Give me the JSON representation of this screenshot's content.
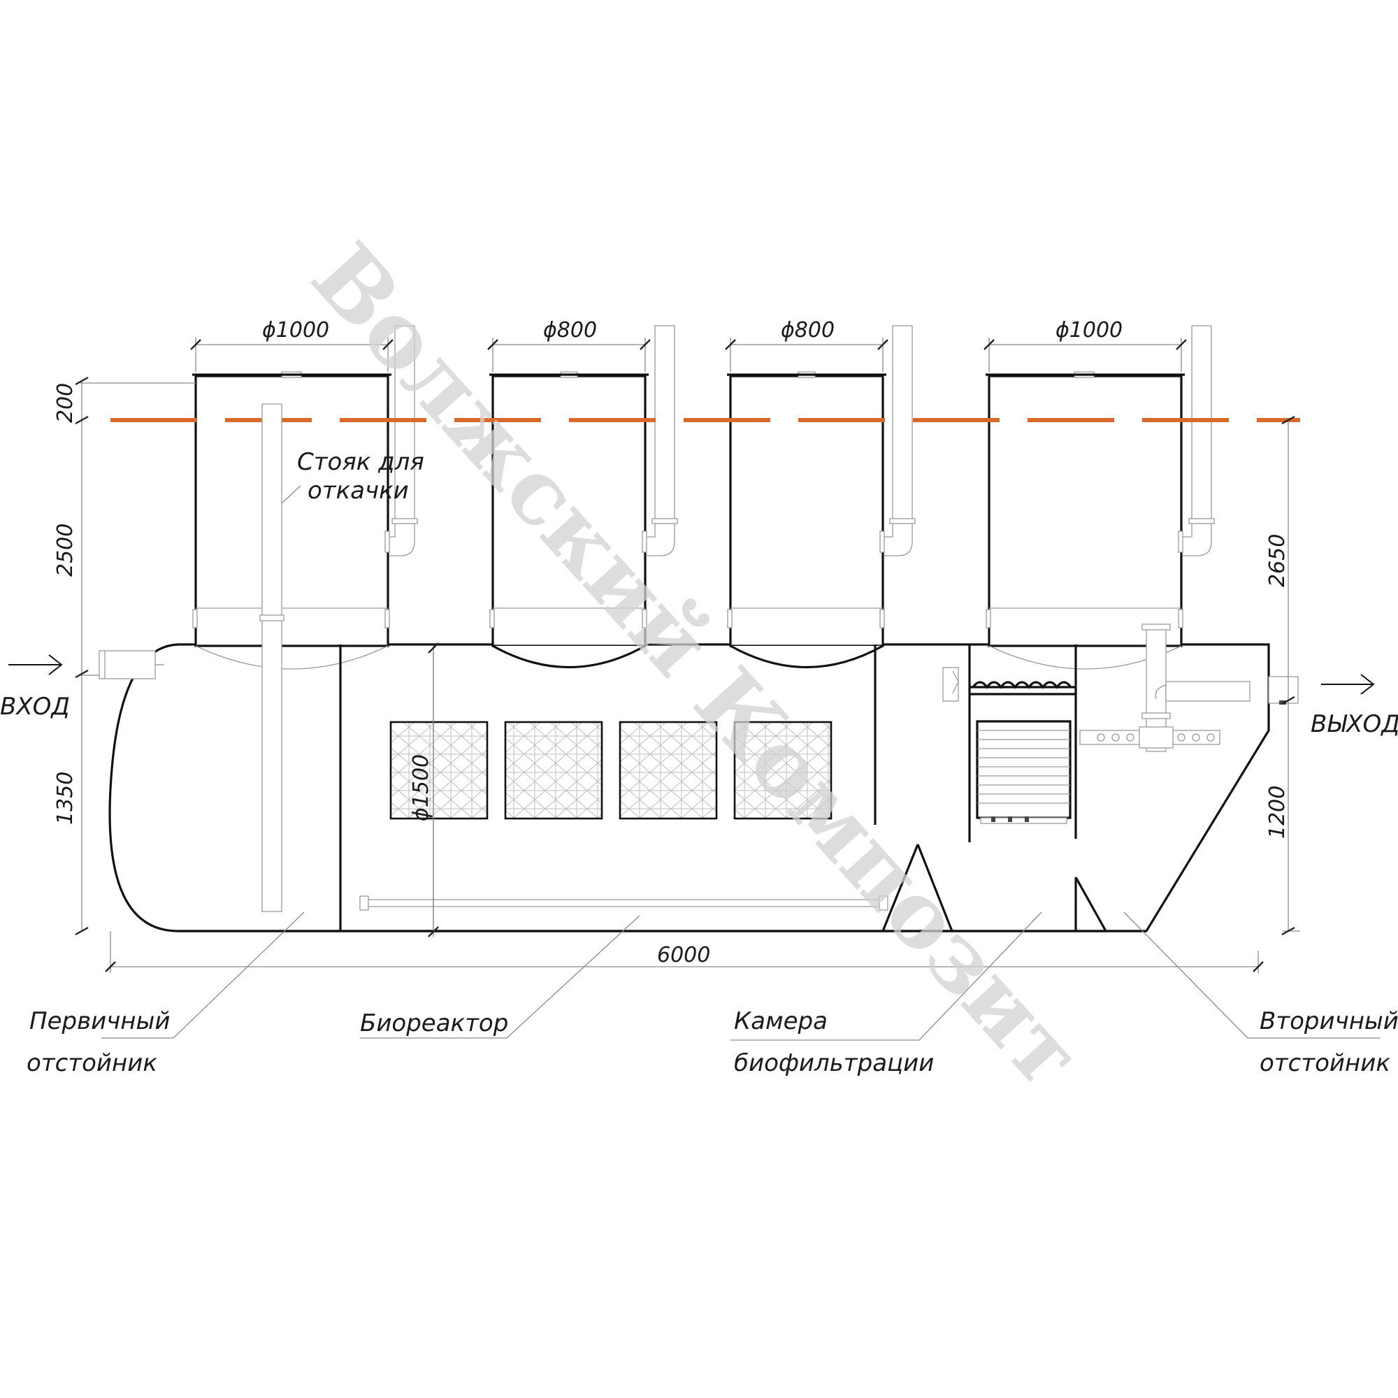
{
  "labels": {
    "inlet": "ВХОД",
    "outlet": "ВЫХОД",
    "riser_line1": "Стояк для",
    "riser_line2": "откачки"
  },
  "dimensions": {
    "neck_1_diameter": "ϕ1000",
    "neck_2_diameter": "ϕ800",
    "neck_3_diameter": "ϕ800",
    "neck_4_diameter": "ϕ1000",
    "neck_above_ground": "200",
    "neck_height_left": "2500",
    "inlet_height": "1350",
    "neck_height_right": "2650",
    "outlet_height": "1200",
    "tank_diameter": "ϕ1500",
    "tank_length": "6000"
  },
  "sections": [
    {
      "line1": "Первичный",
      "line2": "отстойник"
    },
    {
      "line1": "Биореактор",
      "line2": ""
    },
    {
      "line1": "Камера",
      "line2": "биофильтрации"
    },
    {
      "line1": "Вторичный",
      "line2": "отстойник"
    }
  ],
  "watermark": "Волжский Композит",
  "colors": {
    "ground_line": "#d9692a",
    "outline": "#111111",
    "watermark": "#d2d2d2"
  }
}
